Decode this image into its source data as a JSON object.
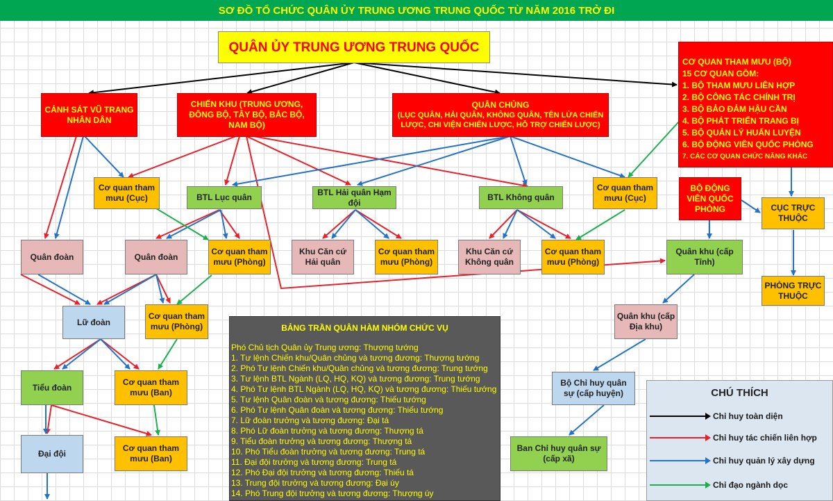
{
  "title": "SƠ ĐỒ TỔ CHỨC QUÂN ỦY TRUNG ƯƠNG TRUNG QUỐC TỪ NĂM 2016 TRỞ ĐI",
  "colors": {
    "title_bg": "#00a651",
    "title_text": "#ffff00",
    "black_arrow": "#000000",
    "red_arrow": "#e8202a",
    "blue_arrow": "#2472c8",
    "green_arrow": "#1bb04b"
  },
  "nodes": {
    "cmc": "QUÂN ỦY TRUNG ƯƠNG TRUNG QUỐC",
    "pap": "CẢNH SÁT VŨ TRANG NHÂN DÂN",
    "theater": "CHIẾN KHU (TRUNG ƯƠNG, ĐÔNG BỘ, TÂY BỘ, BẮC BỘ, NAM BỘ)",
    "services": "QUÂN CHỦNG",
    "services_sub": "(LỤC QUÂN, HẢI QUÂN, KHÔNG QUÂN, TÊN LỬA CHIẾN LƯỢC, CHI VIỆN CHIẾN LƯỢC, HỖ TRỢ CHIẾN LƯỢC)",
    "staff_title": "CƠ QUAN THAM MƯU (BỘ)",
    "staff_sub": "15 CƠ QUAN GỒM:",
    "staff_items": [
      "1. BỘ THAM MƯU LIÊN HỢP",
      "2. BỘ CÔNG TÁC CHÍNH TRỊ",
      "3. BỘ BẢO ĐẢM HẬU CẦN",
      "4. BỘ PHÁT TRIỂN TRANG BỊ",
      "5. BỘ QUẢN LÝ HUẤN LUYỆN",
      "6. BỘ ĐỘNG VIÊN QUỐC PHÒNG",
      "7. CÁC CƠ QUAN CHỨC NĂNG KHÁC"
    ],
    "staff_cuc_left": "Cơ quan tham mưu (Cục)",
    "btl_army": "BTL Lục quân",
    "btl_navy": "BTL Hải quân Hạm đội",
    "btl_air": "BTL Không quân",
    "staff_cuc_right": "Cơ quan tham mưu (Cục)",
    "mobilization": "BỘ ĐỘNG VIÊN QUỐC PHÒNG",
    "direct_dept": "CỤC TRỰC THUỘC",
    "direct_office": "PHÒNG TRỰC THUỘC",
    "corps_1": "Quân đoàn",
    "corps_2": "Quân đoàn",
    "staff_phong_1": "Cơ quan tham mưu (Phòng)",
    "naval_base": "Khu Căn cứ Hải quân",
    "staff_phong_navy": "Cơ quan tham mưu (Phòng)",
    "air_base": "Khu Căn cứ Không quân",
    "staff_phong_air": "Cơ quan tham mưu (Phòng)",
    "military_region_province": "Quân khu (cấp Tỉnh)",
    "brigade": "Lữ đoàn",
    "staff_phong_2": "Cơ quan tham mưu (Phòng)",
    "military_region_district": "Quân khu (cấp Địa khu)",
    "battalion": "Tiểu đoàn",
    "staff_ban_1": "Cơ quan tham mưu (Ban)",
    "county_command": "Bộ Chỉ huy quân sự (cấp huyện)",
    "company": "Đại đội",
    "staff_ban_2": "Cơ quan tham mưu (Ban)",
    "commune_command": "Ban Chỉ huy quân sự (cấp xã)"
  },
  "ranks": {
    "title": "BẢNG TRẦN QUÂN HÀM NHÓM CHỨC VỤ",
    "items": [
      "Phó Chủ tịch Quân ủy Trung ương: Thượng tướng",
      "1. Tư lệnh Chiến khu/Quân chủng và tương đương: Thượng tướng",
      "2. Phó Tư lệnh Chiến khu/Quân chủng và tương đương: Trung tướng",
      "3. Tư lệnh BTL Ngành (LQ, HQ, KQ) và tương đương: Trung tướng",
      "4. Phó Tư lệnh BTL Ngành (LQ, HQ, KQ) và tương đương: Thiếu tướng",
      "5. Tư lệnh Quân đoàn và tương đương: Thiếu tướng",
      "6. Phó Tư lệnh Quân đoàn và tương đương: Thiếu tướng",
      "7. Lữ đoàn trưởng và tương đương: Đại tá",
      "8. Phó Lữ đoàn trưởng và tương đương: Thượng tá",
      "9. Tiểu đoàn trưởng và tương đương: Thượng tá",
      "10. Phó Tiểu đoàn trưởng và tương đương: Trung tá",
      "11. Đại đội trưởng và tương đương: Trung tá",
      "12. Phó Đại đội trưởng và tương đương: Thiếu tá",
      "13. Trung đội trưởng và tương đương: Đại úy",
      "14. Phó Trung đội trưởng và tương đương: Thượng úy"
    ]
  },
  "legend": {
    "title": "CHÚ THÍCH",
    "items": [
      {
        "label": "Chỉ huy toàn diện",
        "color": "#000000"
      },
      {
        "label": "Chỉ huy tác chiến liên hợp",
        "color": "#e8202a"
      },
      {
        "label": "Chỉ huy quản lý xây dựng",
        "color": "#2472c8"
      },
      {
        "label": "Chỉ đạo ngành dọc",
        "color": "#1bb04b"
      }
    ]
  }
}
